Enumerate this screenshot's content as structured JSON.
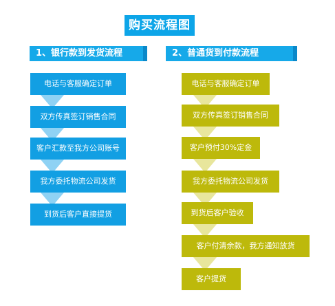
{
  "title": "购买流程图",
  "sections": [
    {
      "label": "1、银行款到发货流程",
      "steps": [
        "电话与客服确定订单",
        "双方传真签订销售合同",
        "客户汇款至我方公司账号",
        "我方委托物流公司发货",
        "到货后客户直接提货"
      ]
    },
    {
      "label": "2、普通货到付款流程",
      "steps": [
        "电话与客服确定订单",
        "双方传真签订销售合同",
        "客户预付30%定金",
        "我方委托物流公司发货",
        "到货后客户验收",
        "客户付清余款，我方通知放货",
        "客户提货"
      ]
    }
  ],
  "colors": {
    "title_bg": "#0da5e8",
    "section_bg": "#16a9e9",
    "left_step": "#129fe3",
    "left_arrow": "#8fd2f4",
    "right_step": "#bdb90b",
    "right_arrow": "#e8e69c"
  }
}
